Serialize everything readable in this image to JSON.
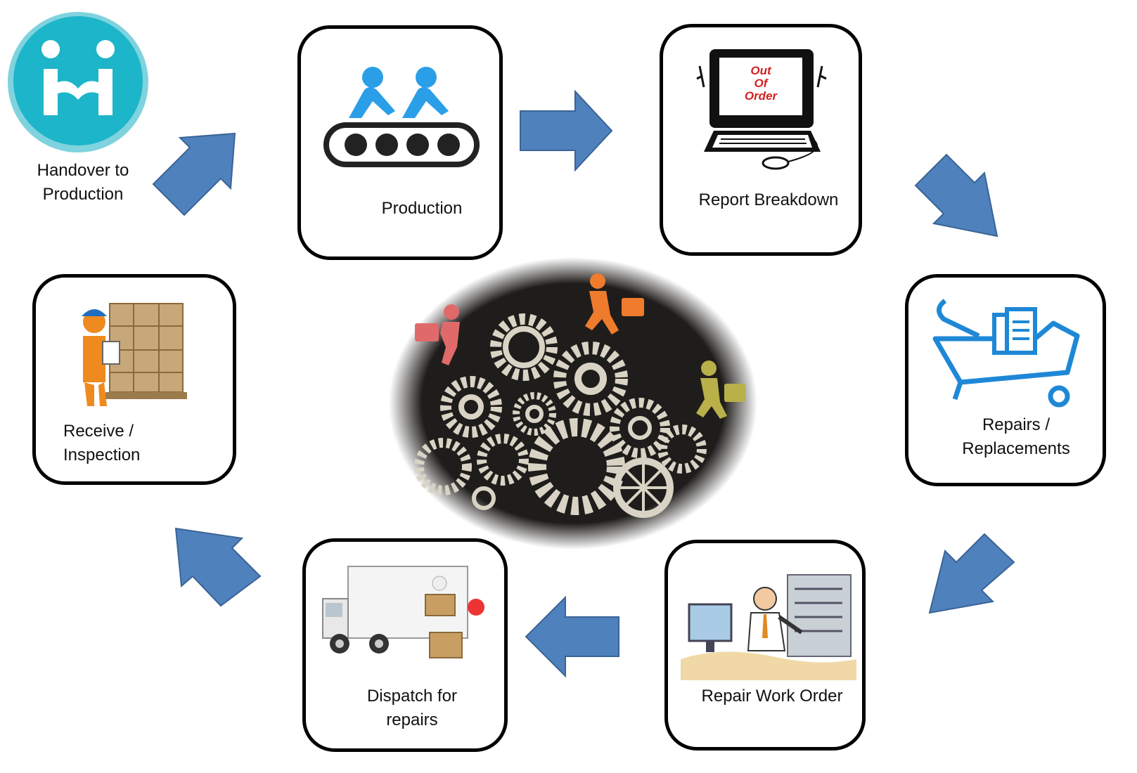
{
  "steps": {
    "handover": {
      "label": "Handover to\nProduction"
    },
    "production": {
      "label": "Production"
    },
    "report": {
      "label": "Report Breakdown",
      "sign_line1": "Out",
      "sign_line2": "Of",
      "sign_line3": "Order"
    },
    "repairs": {
      "label": "Repairs /\nReplacements"
    },
    "work_order": {
      "label": "Repair Work Order"
    },
    "dispatch": {
      "label": "Dispatch for\nrepairs"
    },
    "receive": {
      "label": "Receive /\nInspection"
    }
  },
  "colors": {
    "arrow_fill": "#4f81bd",
    "arrow_stroke": "#3a6496",
    "handover_circle": "#1cb5c9",
    "conveyor_people": "#2b9ee8",
    "toolbox": "#1e88d6",
    "gear": "#d8d3c4",
    "center_bg": "#1f1d1b",
    "figure_red": "#e06a6a",
    "figure_orange": "#ef7b2d",
    "figure_olive": "#b9b04a"
  },
  "icons": [
    "handshake-icon",
    "conveyor-workers-icon",
    "out-of-order-computer-icon",
    "toolbox-icon",
    "office-worker-icon",
    "delivery-truck-icon",
    "inspection-worker-icon",
    "gears-icon"
  ]
}
